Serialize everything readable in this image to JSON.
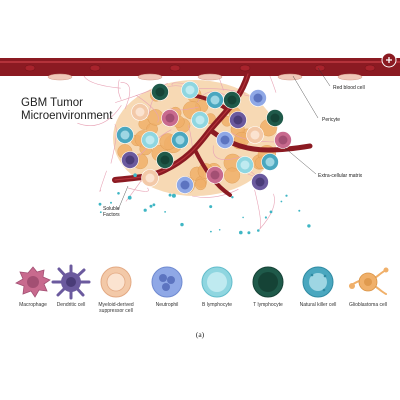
{
  "title": {
    "line1": "GBM Tumor",
    "line2": "Microenvironment"
  },
  "callouts": {
    "red_blood_cell": "Red blood cell",
    "pericyte": "Pericyte",
    "extracellular_matrix": "Extra-cellular matrix",
    "soluble_factors_line1": "Soluble",
    "soluble_factors_line2": "Factors"
  },
  "legend": [
    {
      "label": "Macrophage",
      "icon": "macrophage-icon",
      "color": "#c86a8e"
    },
    {
      "label": "Dendritic cell",
      "icon": "dendritic-cell-icon",
      "color": "#6b5a9e"
    },
    {
      "label": "Myeloid-derived suppressor cell",
      "icon": "mdsc-icon",
      "color": "#f3c9a8"
    },
    {
      "label": "Neutrophil",
      "icon": "neutrophil-icon",
      "color": "#8fa8e6"
    },
    {
      "label": "B lymphocyte",
      "icon": "b-lymphocyte-icon",
      "color": "#8fd6e0"
    },
    {
      "label": "T lymphocyte",
      "icon": "t-lymphocyte-icon",
      "color": "#1f5a4a"
    },
    {
      "label": "Natural killer cell",
      "icon": "nk-cell-icon",
      "color": "#4aa7bf"
    },
    {
      "label": "Glioblastoma cell",
      "icon": "glioblastoma-icon",
      "color": "#f0b06a"
    }
  ],
  "caption": "(a)",
  "colors": {
    "vessel": "#8b1a22",
    "vessel_highlight": "#b3323a",
    "ecm_fiber": "#e8a3b6",
    "soluble_dot": "#3fb6c4"
  }
}
